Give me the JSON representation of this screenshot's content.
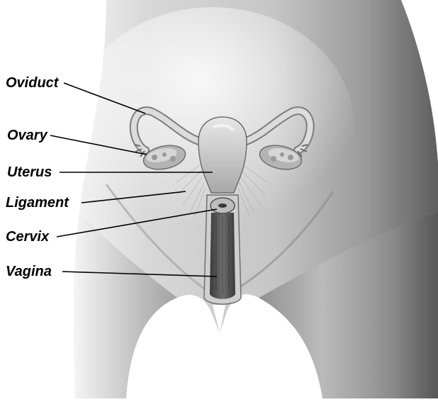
{
  "labels": {
    "oviduct": "Oviduct",
    "ovary": "Ovary",
    "uterus": "Uterus",
    "ligament": "Ligament",
    "cervix": "Cervix",
    "vagina": "Vagina"
  },
  "colors": {
    "background": "#ffffff",
    "skin_light": "#e6e6e6",
    "skin_dark": "#6e6e6e",
    "organ": "#cfcfcf",
    "organ_shadow": "#8a8a8a",
    "vagina_interior": "#4a4a4a",
    "leader_line": "#000000"
  }
}
